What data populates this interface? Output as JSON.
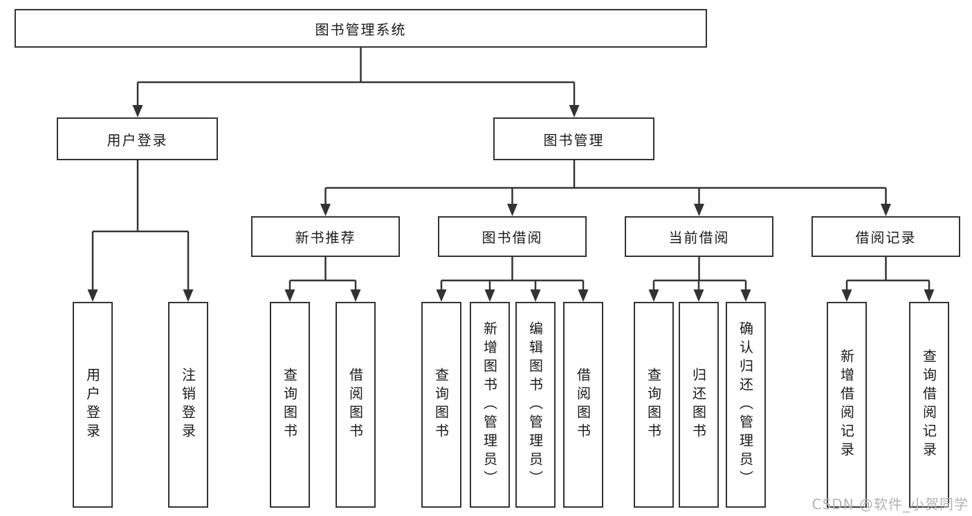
{
  "tree": {
    "root": {
      "label": "图书管理系统"
    },
    "branches": [
      {
        "label": "用户登录",
        "children": [
          {
            "label": "用户登录"
          },
          {
            "label": "注销登录"
          }
        ]
      },
      {
        "label": "图书管理",
        "children": [
          {
            "label": "新书推荐",
            "children": [
              {
                "label": "查询图书"
              },
              {
                "label": "借阅图书"
              }
            ]
          },
          {
            "label": "图书借阅",
            "children": [
              {
                "label": "查询图书"
              },
              {
                "label": "新增图书（管理员）"
              },
              {
                "label": "编辑图书（管理员）"
              },
              {
                "label": "借阅图书"
              }
            ]
          },
          {
            "label": "当前借阅",
            "children": [
              {
                "label": "查询图书"
              },
              {
                "label": "归还图书"
              },
              {
                "label": "确认归还（管理员）"
              }
            ]
          },
          {
            "label": "借阅记录",
            "children": [
              {
                "label": "新增借阅记录"
              },
              {
                "label": "查询借阅记录"
              }
            ]
          }
        ]
      }
    ]
  },
  "watermark": {
    "text": "CSDN @软件_小贺同学"
  },
  "colors": {
    "line": "#333333",
    "box_border": "#333333",
    "text": "#1a1a1a",
    "watermark": "#b2b2b2",
    "background": "#ffffff"
  }
}
